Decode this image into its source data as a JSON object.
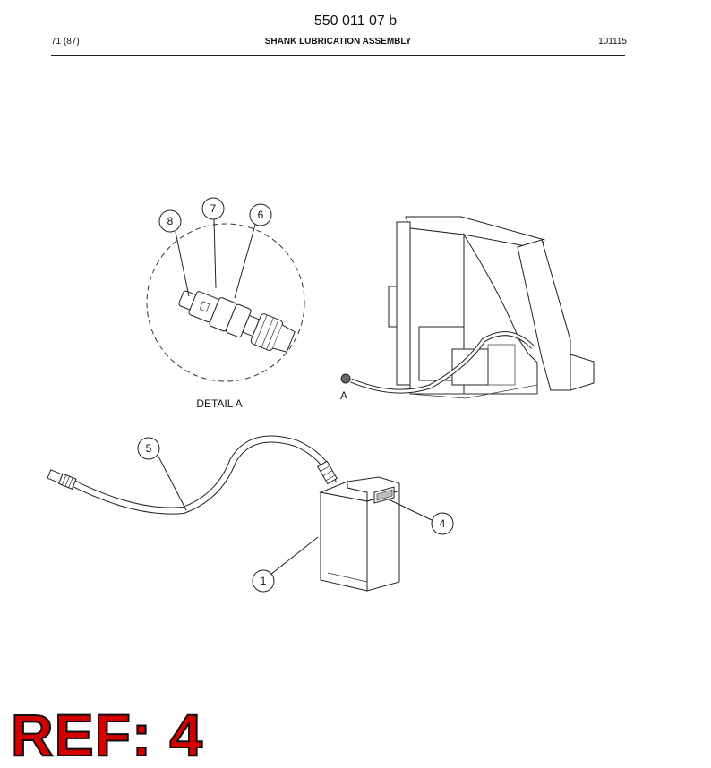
{
  "header": {
    "doc_number": "550 011 07 b",
    "page": "71 (87)",
    "title": "SHANK LUBRICATION ASSEMBLY",
    "code": "101115"
  },
  "callouts": [
    "1",
    "4",
    "5",
    "6",
    "7",
    "8"
  ],
  "labels": {
    "detail_title": "DETAIL  A",
    "detail_marker": "A"
  },
  "ref": "REF: 4",
  "colors": {
    "ref_text": "#d40000",
    "line": "#222222"
  }
}
